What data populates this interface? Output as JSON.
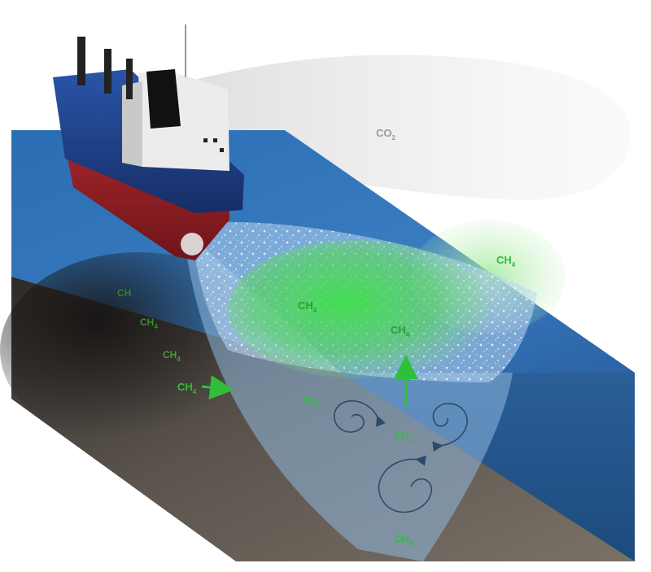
{
  "labels": {
    "co2": {
      "main": "CO",
      "sub": "2"
    },
    "ch4_plume_right": {
      "main": "CH",
      "sub": "4"
    },
    "ch4_plume_center": {
      "main": "CH",
      "sub": "4"
    },
    "ch4_plume_lower": {
      "main": "CH",
      "sub": "4"
    },
    "ch4_seafloor_1": {
      "main": "CH",
      "sub": ""
    },
    "ch4_seafloor_2": {
      "main": "CH",
      "sub": "4"
    },
    "ch4_seafloor_3": {
      "main": "CH",
      "sub": "4"
    },
    "ch4_seafloor_arrow": {
      "main": "CH",
      "sub": "4"
    },
    "ch4_water_left": {
      "main": "CH",
      "sub": "4"
    },
    "ch4_water_center": {
      "main": "CH",
      "sub": "4"
    },
    "ch4_water_bottom": {
      "main": "CH",
      "sub": "4"
    }
  },
  "colors": {
    "methane_green": "#2fbf3a",
    "methane_faint": "#5cae4e",
    "co2_gray": "#9a9a9a",
    "sea_surface": "#2f6fb0",
    "sea_side": "#1f5690",
    "seabed": "#6a625a",
    "hull_blue": "#1f3f86",
    "hull_red": "#8b1f24"
  }
}
